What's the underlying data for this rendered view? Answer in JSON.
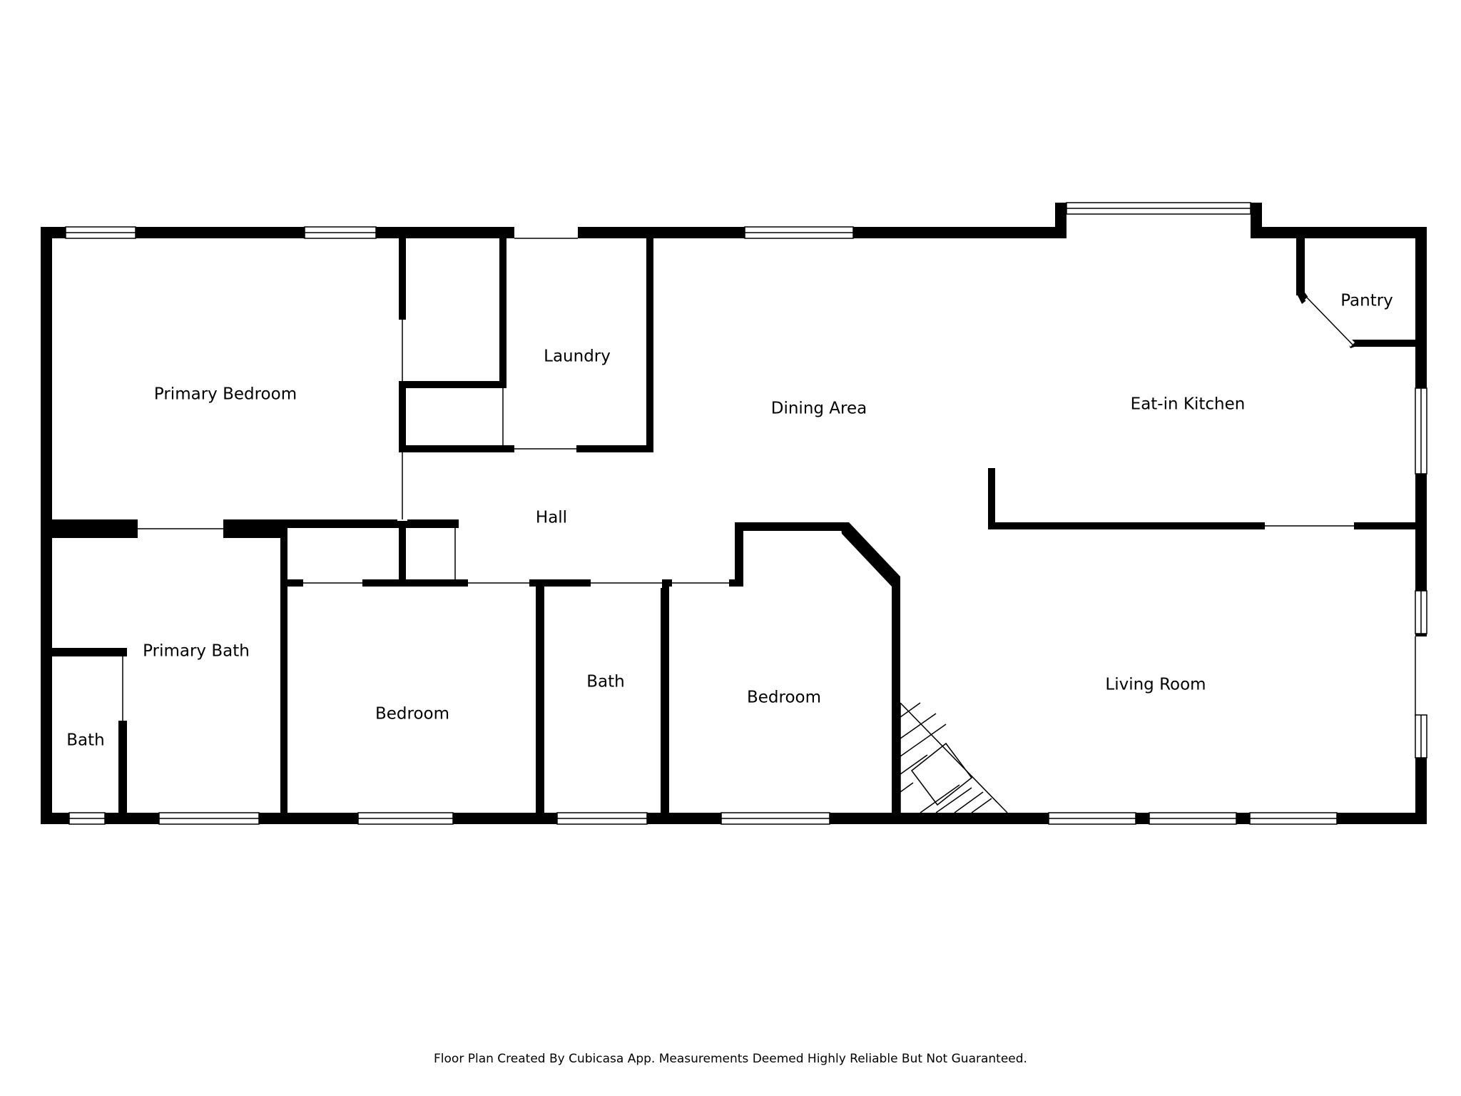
{
  "rooms": {
    "primary_bedroom": "Primary Bedroom",
    "laundry": "Laundry",
    "dining_area": "Dining Area",
    "eat_in_kitchen": "Eat-in Kitchen",
    "pantry": "Pantry",
    "hall": "Hall",
    "primary_bath": "Primary Bath",
    "bath_small": "Bath",
    "bedroom_left": "Bedroom",
    "bath_center": "Bath",
    "bedroom_center": "Bedroom",
    "living_room": "Living Room"
  },
  "footer": "Floor Plan Created By Cubicasa App. Measurements Deemed Highly Reliable But Not Guaranteed."
}
